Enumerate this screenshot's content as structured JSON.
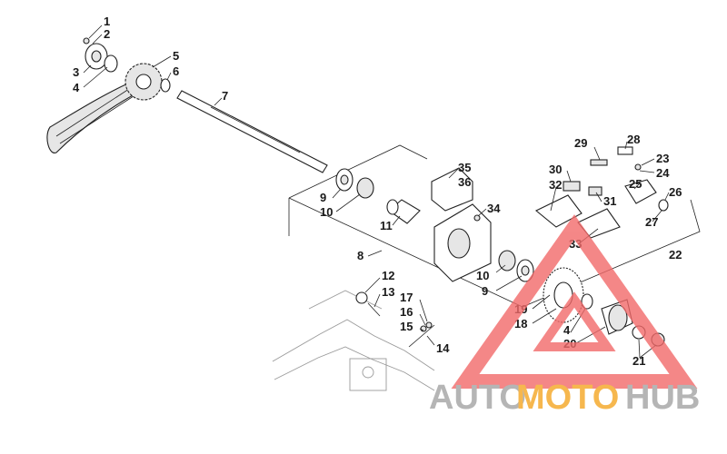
{
  "diagram": {
    "callouts": [
      "1",
      "2",
      "3",
      "4",
      "5",
      "6",
      "7",
      "8",
      "9",
      "10",
      "11",
      "12",
      "13",
      "14",
      "15",
      "16",
      "17",
      "18",
      "19",
      "20",
      "21",
      "22",
      "23",
      "24",
      "25",
      "26",
      "27",
      "28",
      "29",
      "30",
      "31",
      "32",
      "33",
      "34",
      "35",
      "36"
    ],
    "callout_9_second": "9",
    "callout_10_second": "10",
    "callout_4_second": "4"
  },
  "watermark": {
    "part1": "AUTO",
    "part2": "MOTO",
    "part3": "HUB",
    "colors": {
      "triangle": "#f26a6a",
      "orange": "#f5a623",
      "gray": "#a3a3a3"
    },
    "icon": "warning-triangle-icon"
  }
}
